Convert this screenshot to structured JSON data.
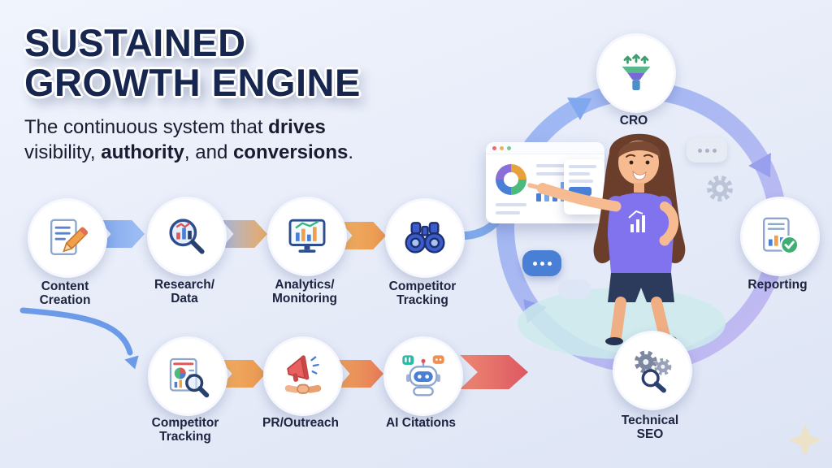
{
  "header": {
    "title_line1": "SUSTAINED",
    "title_line2": "GROWTH ENGINE",
    "subtitle": {
      "s1": "The continuous system that ",
      "s2": "drives",
      "s3": "visibility, ",
      "s4": "authority",
      "s5": ", and ",
      "s6": "conversions",
      "s7": "."
    }
  },
  "flow": {
    "top_row": [
      {
        "line1": "Content",
        "line2": "Creation",
        "icon": "document-pencil-icon"
      },
      {
        "line1": "Research/",
        "line2": "Data",
        "icon": "chart-magnifier-icon"
      },
      {
        "line1": "Analytics/",
        "line2": "Monitoring",
        "icon": "monitor-chart-icon"
      },
      {
        "line1": "Competitor",
        "line2": "Tracking",
        "icon": "binoculars-icon"
      }
    ],
    "bottom_row": [
      {
        "line1": "Competitor",
        "line2": "Tracking",
        "icon": "report-pie-magnifier-icon"
      },
      {
        "line1": "PR/Outreach",
        "line2": "",
        "icon": "megaphone-handshake-icon"
      },
      {
        "line1": "AI Citations",
        "line2": "",
        "icon": "robot-icon"
      }
    ],
    "cycle": [
      {
        "line1": "CRO",
        "line2": "",
        "icon": "funnel-growth-icon"
      },
      {
        "line1": "Reporting",
        "line2": "",
        "icon": "report-check-icon"
      },
      {
        "line1": "Technical",
        "line2": "SEO",
        "icon": "gears-magnifier-icon"
      }
    ]
  },
  "decor": {
    "illustration": "woman pointing at analytics dashboard window",
    "icons": [
      "gear-icon",
      "ellipsis-bubble-gray",
      "ellipsis-bubble-blue",
      "plain-bubble",
      "sparkle-icon"
    ]
  },
  "palette": {
    "background": "#e9edf8",
    "title": "#16264f",
    "label": "#1c2440",
    "arrow_blue": "#82a8ec",
    "arrow_orange": "#ea9850",
    "arrow_red": "#de5862",
    "ring_blue": "#8fb2f2",
    "ring_purple": "#c3b4f2",
    "node_bg": "#ffffff",
    "shirt_purple": "#8172ee",
    "accent_blue": "#4a7fd6"
  }
}
